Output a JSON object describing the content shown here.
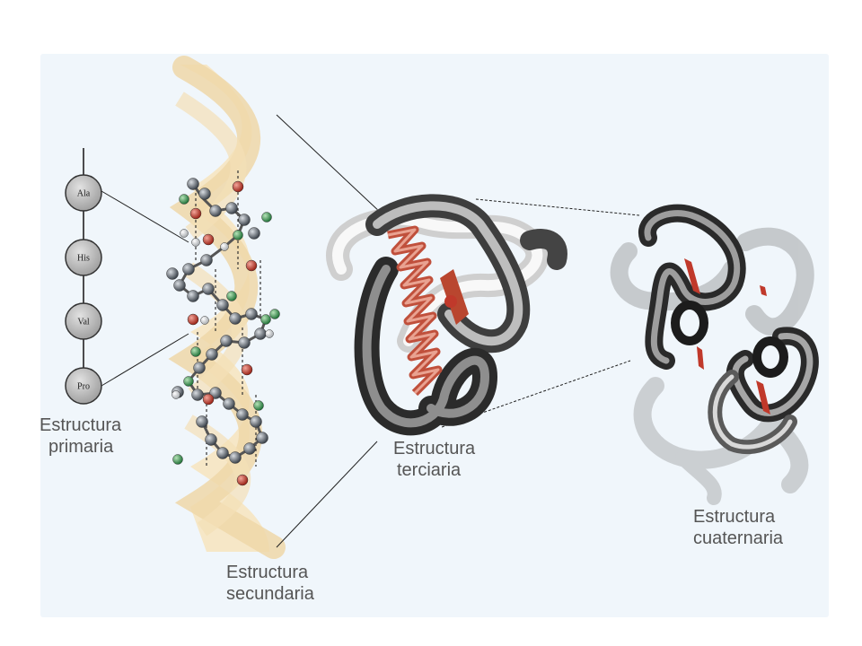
{
  "residues": [
    "Ala",
    "His",
    "Val",
    "Pro"
  ],
  "labels": {
    "primary": [
      "Estructura",
      "primaria"
    ],
    "secondary": [
      "Estructura",
      "secundaria"
    ],
    "tertiary": [
      "Estructura",
      "terciaria"
    ],
    "quaternary": [
      "Estructura",
      "cuaternaria"
    ]
  },
  "colors": {
    "panel": "#f0f6fb",
    "ribbon": "#f6e6c4",
    "atom_carbon": "#6d747c",
    "atom_oxygen": "#c0392b",
    "atom_nitrogen": "#3c9a4a",
    "atom_hydrogen": "#d8dadc",
    "helix_red": "#c0503c",
    "tube": "#4a4a4a"
  }
}
